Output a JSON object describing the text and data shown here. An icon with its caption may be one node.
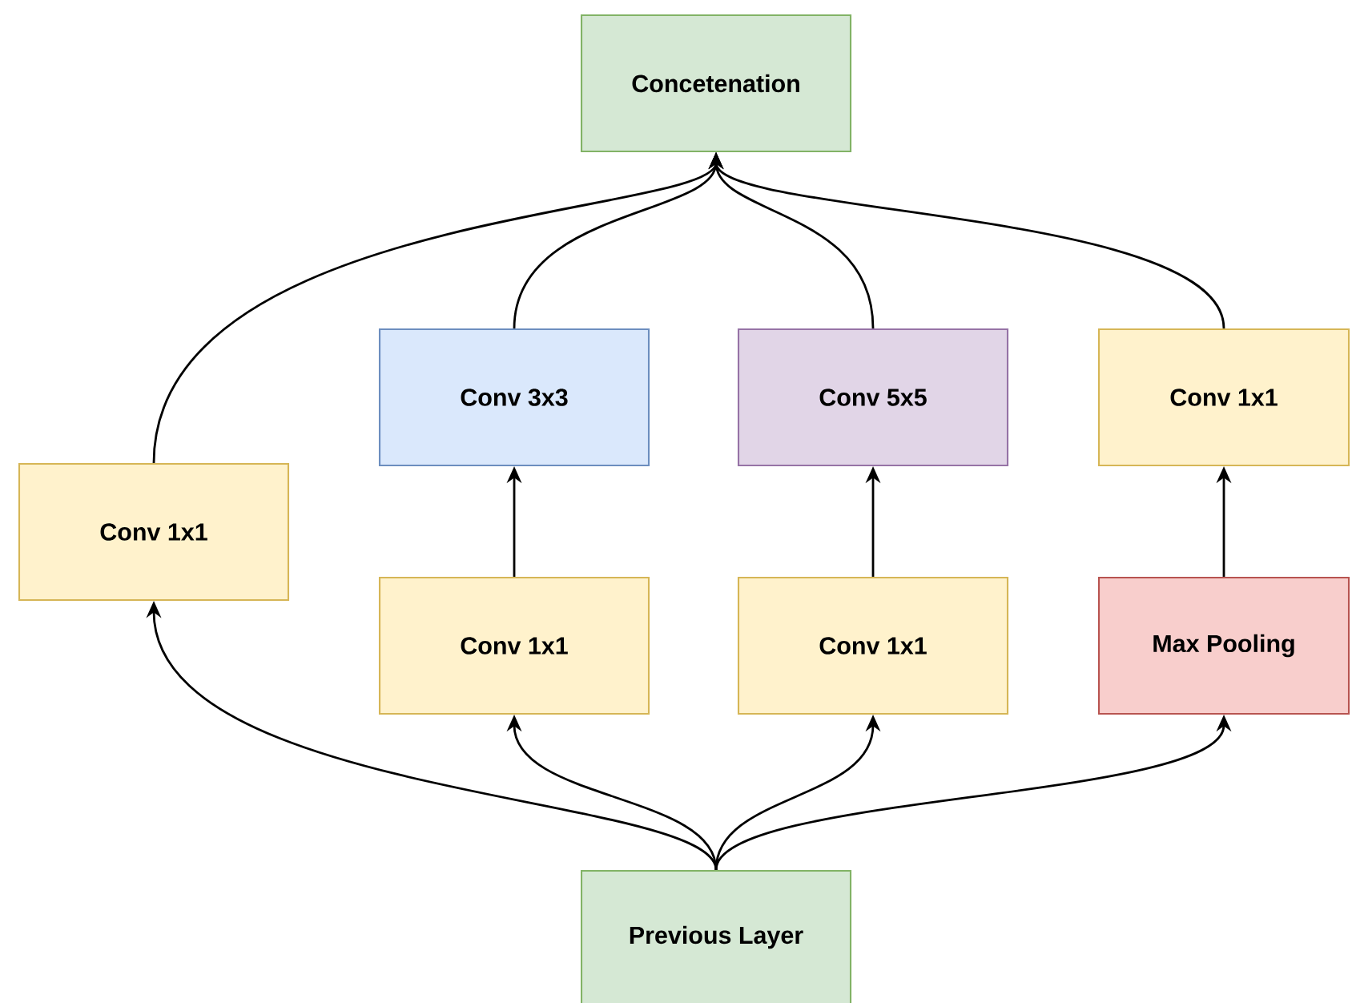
{
  "diagram": {
    "nodes": [
      {
        "text": [
          "Concetenation"
        ]
      },
      {
        "text": [
          "Conv 1x1"
        ]
      },
      {
        "text": [
          "Conv 3x3"
        ]
      },
      {
        "text": [
          "Conv 5x5"
        ]
      },
      {
        "text": [
          "Conv 1x1"
        ]
      },
      {
        "text": [
          "Conv 1x1"
        ]
      },
      {
        "text": [
          "Conv 1x1"
        ]
      },
      {
        "text": [
          "Max Pooling"
        ]
      },
      {
        "text": [
          "Previous Layer"
        ]
      }
    ],
    "edges": [
      {
        "from": 8,
        "to": 1,
        "arrow": "to"
      },
      {
        "from": 8,
        "to": 5,
        "arrow": "to"
      },
      {
        "from": 8,
        "to": 6,
        "arrow": "to"
      },
      {
        "from": 8,
        "to": 7,
        "arrow": "to"
      },
      {
        "from": 5,
        "to": 2,
        "arrow": "to"
      },
      {
        "from": 6,
        "to": 3,
        "arrow": "to"
      },
      {
        "from": 7,
        "to": 4,
        "arrow": "to"
      },
      {
        "from": 1,
        "to": 0,
        "arrow": "to"
      },
      {
        "from": 2,
        "to": 0,
        "arrow": "to"
      },
      {
        "from": 3,
        "to": 0,
        "arrow": "to"
      },
      {
        "from": 4,
        "to": 0,
        "arrow": "to"
      }
    ]
  }
}
